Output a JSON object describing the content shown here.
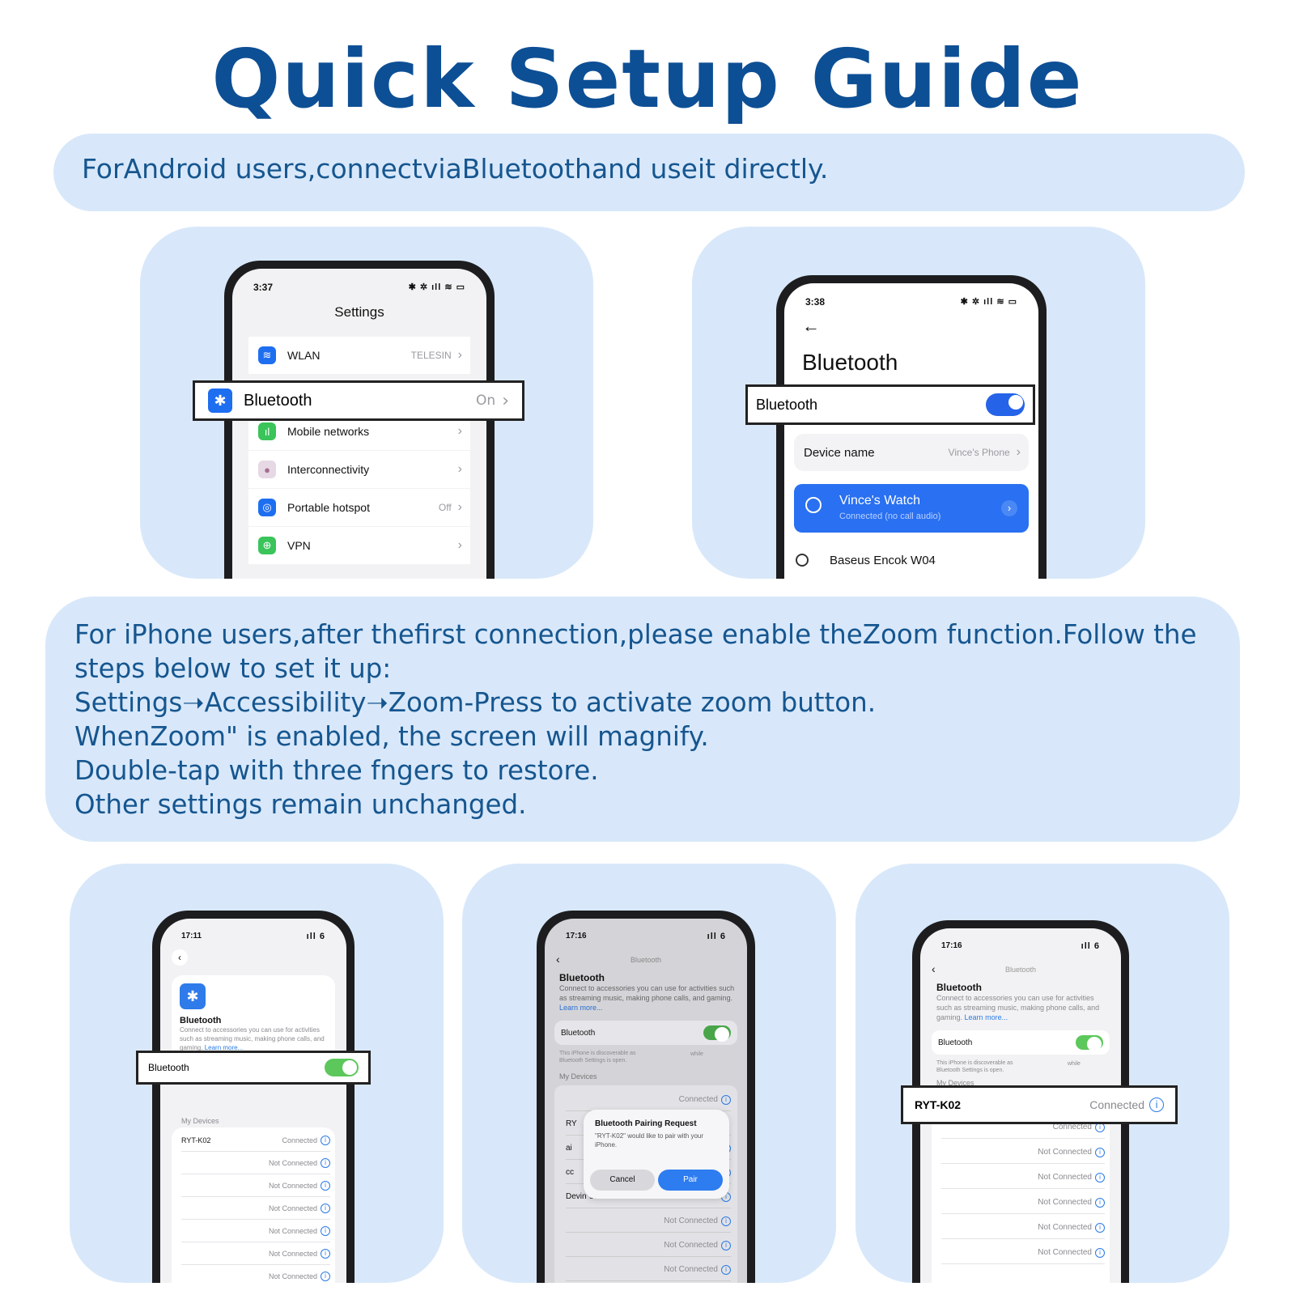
{
  "title": "Quick Setup Guide",
  "android_note": "ForAndroid users,connectviaBluetoothand useit directly.",
  "iphone_note": [
    "For iPhone users,after thefirst connection,please enable theZoom function.Follow the",
    "steps below to set it up:",
    "Settings➝Accessibility➝Zoom-Press to activate zoom button.",
    "WhenZoom\" is enabled, the screen will magnify.",
    "Double-tap with three fngers to restore.",
    "Other settings remain unchanged."
  ],
  "phone1": {
    "time": "3:37",
    "status_icons": "✱ ✲ ıll ≋ ▭",
    "header": "Settings",
    "rows": [
      {
        "label": "WLAN",
        "value": "TELESIN",
        "icon": "wifi-icon",
        "color": "#1e6ef0"
      },
      {
        "label": "Bluetooth",
        "value": "On",
        "icon": "bluetooth-icon",
        "color": "#1e6ef0"
      },
      {
        "label": "Mobile networks",
        "value": "",
        "icon": "mobile-network-icon",
        "color": "#3ac45a"
      },
      {
        "label": "Interconnectivity",
        "value": "",
        "icon": "interconnectivity-icon",
        "color": "#c9a0c0"
      },
      {
        "label": "Portable hotspot",
        "value": "Off",
        "icon": "hotspot-icon",
        "color": "#1e6ef0"
      },
      {
        "label": "VPN",
        "value": "",
        "icon": "vpn-icon",
        "color": "#3ac45a"
      }
    ]
  },
  "phone2": {
    "time": "3:38",
    "status_icons": "✱ ✲ ıll ≋ ▭",
    "back": "←",
    "header": "Bluetooth",
    "toggle_label": "Bluetooth",
    "toggle_on": true,
    "device_name_label": "Device name",
    "device_name_value": "Vince's Phone",
    "watch_name": "Vince's Watch",
    "watch_status": "Connected (no call audio)",
    "other_device": "Baseus Encok W04"
  },
  "phone3": {
    "time": "17:11",
    "battery": "6",
    "heading": "Bluetooth",
    "desc": "Connect to accessories you can use for activities such as streaming music, making phone calls, and gaming.",
    "learn_more": "Learn more...",
    "toggle_label": "Bluetooth",
    "my_devices": "My Devices",
    "devices": [
      {
        "name": "RYT-K02",
        "status": "Connected"
      },
      {
        "name": "",
        "status": "Not Connected"
      },
      {
        "name": "",
        "status": "Not Connected"
      },
      {
        "name": "",
        "status": "Not Connected"
      },
      {
        "name": "",
        "status": "Not Connected"
      },
      {
        "name": "",
        "status": "Not Connected"
      },
      {
        "name": "",
        "status": "Not Connected"
      }
    ]
  },
  "phone4": {
    "time": "17:16",
    "battery": "6",
    "nav_title": "Bluetooth",
    "heading": "Bluetooth",
    "desc": "Connect to accessories you can use for activities such as streaming music, making phone calls, and gaming.",
    "learn_more": "Learn more...",
    "toggle_label": "Bluetooth",
    "discoverable": "This iPhone is discoverable as Bluetooth Settings is open.",
    "discoverable_while": "while",
    "my_devices": "My Devices",
    "dialog_title": "Bluetooth Pairing Request",
    "dialog_text": "\"RYT-K02\" would like to pair with your iPhone.",
    "cancel": "Cancel",
    "pair": "Pair",
    "devices": [
      {
        "name": "",
        "status": "Connected"
      },
      {
        "name": "RY",
        "status": ""
      },
      {
        "name": "ai",
        "status": ""
      },
      {
        "name": "cc",
        "status": ""
      },
      {
        "name": "Devin\"s AirPods Pro",
        "status": "Not Connected"
      },
      {
        "name": "",
        "status": "Not Connected"
      },
      {
        "name": "",
        "status": "Not Connected"
      },
      {
        "name": "",
        "status": "Not Connected"
      }
    ]
  },
  "phone5": {
    "time": "17:16",
    "battery": "6",
    "nav_title": "Bluetooth",
    "heading": "Bluetooth",
    "desc": "Connect to accessories you can use for activities such as streaming music, making phone calls, and gaming.",
    "learn_more": "Learn more...",
    "toggle_label": "Bluetooth",
    "discoverable": "This iPhone is discoverable as Bluetooth Settings is open.",
    "discoverable_while": "while",
    "my_devices": "My Devices",
    "highlight_name": "RYT-K02",
    "highlight_status": "Connected",
    "devices": [
      {
        "name": "",
        "status": "Connected"
      },
      {
        "name": "",
        "status": "Not Connected"
      },
      {
        "name": "",
        "status": "Not Connected"
      },
      {
        "name": "",
        "status": "Not Connected"
      },
      {
        "name": "",
        "status": "Not Connected"
      },
      {
        "name": "",
        "status": "Not Connected"
      }
    ]
  },
  "colors": {
    "title": "#0d4f95",
    "band": "#d8e8fa",
    "text": "#16568f",
    "accent": "#2563e8",
    "toggle_green": "#5cc85b"
  }
}
